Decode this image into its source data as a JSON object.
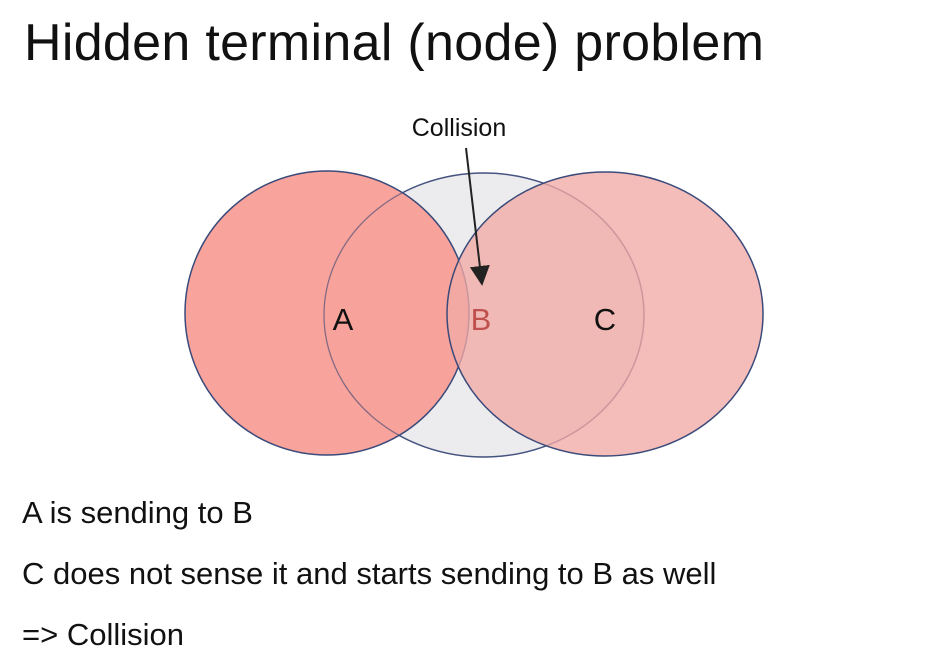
{
  "title": "Hidden terminal (node) problem",
  "diagram": {
    "callout_label": "Collision",
    "nodes": [
      {
        "id": "A",
        "label": "A",
        "fill": "#f79b92",
        "opacity": 0.92
      },
      {
        "id": "B",
        "label": "B",
        "fill": "#e9e9ec",
        "opacity": 0.85
      },
      {
        "id": "C",
        "label": "C",
        "fill": "#f2aaa5",
        "opacity": 0.82
      }
    ],
    "colors": {
      "outline": "#3a4a7a",
      "b_label": "#c0504d",
      "arrow": "#222222"
    }
  },
  "bullets": [
    "A is sending to B",
    "C does not sense it and starts sending to B as well",
    "=> Collision"
  ]
}
